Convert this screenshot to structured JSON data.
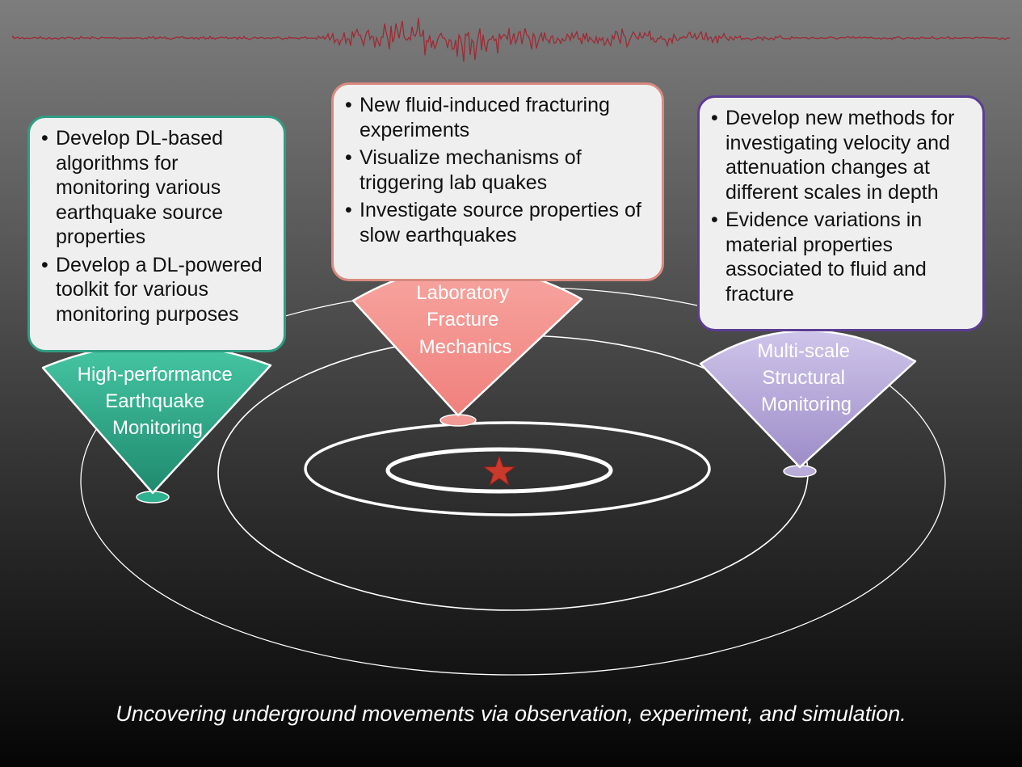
{
  "colors": {
    "seismogram": "#9e2a35",
    "teal": "#2fb08f",
    "salmon": "#f29a96",
    "lavender": "#b9acd9",
    "star": "#c93a2c",
    "rings": "#ffffff"
  },
  "sectors": [
    {
      "label_lines": [
        "High-performance",
        "Earthquake",
        "Monitoring"
      ],
      "color": "#2fb08f",
      "box_border": "#2f9e82",
      "bullets": [
        "Develop DL-based algorithms for monitoring various earthquake source properties",
        "Develop a DL-powered toolkit for various monitoring purposes"
      ]
    },
    {
      "label_lines": [
        "Laboratory",
        "Fracture",
        "Mechanics"
      ],
      "color": "#f29a96",
      "box_border": "#d98a80",
      "bullets": [
        "New fluid-induced fracturing experiments",
        "Visualize mechanisms of triggering lab quakes",
        "Investigate source properties of slow earthquakes"
      ]
    },
    {
      "label_lines": [
        "Multi-scale",
        "Structural",
        "Monitoring"
      ],
      "color": "#b9acd9",
      "box_border": "#5b3d92",
      "bullets": [
        "Develop new methods for investigating velocity and attenuation changes at different scales in depth",
        "Evidence variations in material properties associated to fluid and fracture"
      ]
    }
  ],
  "caption": "Uncovering underground movements via observation, experiment, and simulation."
}
